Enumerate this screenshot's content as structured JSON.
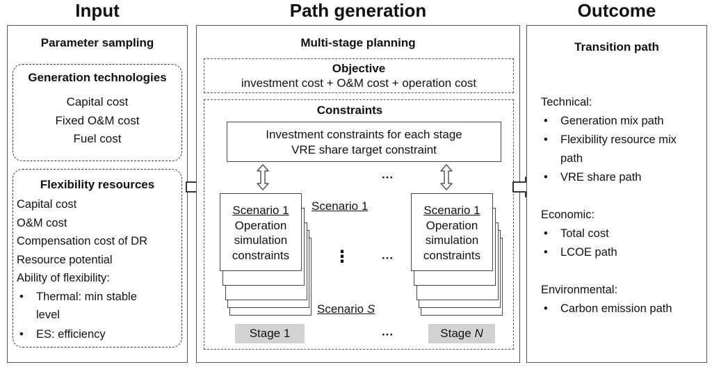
{
  "columns": {
    "input": "Input",
    "path": "Path generation",
    "outcome": "Outcome"
  },
  "input": {
    "heading": "Parameter sampling",
    "gen_tech": {
      "title": "Generation technologies",
      "items": [
        "Capital cost",
        "Fixed O&M cost",
        "Fuel cost"
      ]
    },
    "flex": {
      "title": "Flexibility resources",
      "items": [
        "Capital cost",
        "O&M cost",
        "Compensation cost of DR",
        "Resource potential",
        "Ability of flexibility:"
      ],
      "bullets": [
        {
          "line1": "Thermal: min stable",
          "line2": "level"
        },
        {
          "line1": "ES: efficiency"
        }
      ]
    }
  },
  "path": {
    "heading": "Multi-stage planning",
    "objective": {
      "title": "Objective",
      "text": "investment cost + O&M cost + operation cost"
    },
    "constraints": {
      "title": "Constraints",
      "line1": "Investment constraints for each stage",
      "line2": "VRE share target constraint"
    },
    "scenario_card": {
      "title": "Scenario 1",
      "line1": "Operation",
      "line2": "simulation",
      "line3": "constraints"
    },
    "scenario_1_label": "Scenario 1",
    "scenario_s_prefix": "Scenario ",
    "scenario_s_var": "S",
    "ellipsis": "···",
    "vertical_dots": "⋮",
    "stage_1": "Stage 1",
    "stage_n_prefix": "Stage ",
    "stage_n_var": "N"
  },
  "outcome": {
    "heading": "Transition path",
    "technical": {
      "title": "Technical:",
      "items": [
        "Generation mix path",
        "Flexibility resource mix",
        "path",
        "VRE share path"
      ]
    },
    "economic": {
      "title": "Economic:",
      "items": [
        "Total cost",
        "LCOE path"
      ]
    },
    "environmental": {
      "title": "Environmental:",
      "items": [
        "Carbon emission path"
      ]
    }
  }
}
